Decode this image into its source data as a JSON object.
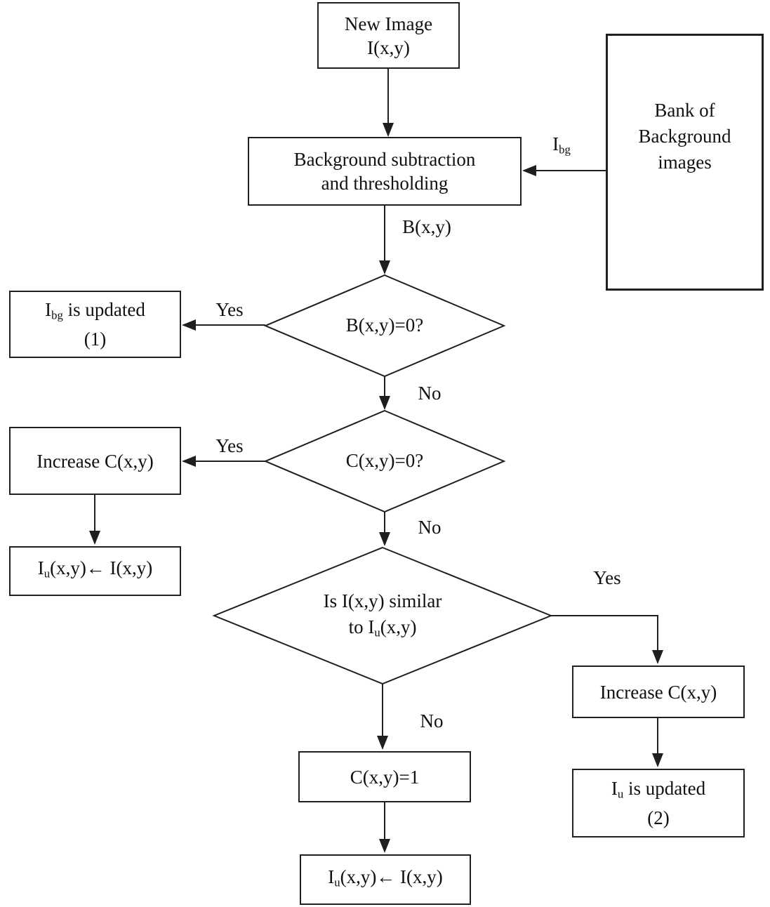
{
  "diagram": {
    "colors": {
      "line": "#1f1f1f",
      "fill": "#ffffff",
      "text": "#111111"
    },
    "nodes": {
      "new_image": {
        "line1": "New Image",
        "line2": "I(x,y)"
      },
      "bg_subtraction": {
        "line1": "Background subtraction",
        "line2": "and thresholding"
      },
      "bank": {
        "line1": "Bank of",
        "line2": "Background",
        "line3": "images"
      },
      "ibg_updated": {
        "base": "I",
        "sub": "bg",
        "rest": " is updated",
        "line2": "(1)"
      },
      "increase_c_left": {
        "label": "Increase C(x,y)"
      },
      "iu_assign_left": {
        "base": "I",
        "sub": "u",
        "rest": "(x,y)← I(x,y)"
      },
      "increase_c_right": {
        "label": "Increase C(x,y)"
      },
      "iu_updated": {
        "base": "I",
        "sub": "u",
        "rest": " is updated",
        "line2": "(2)"
      },
      "c_equals_1": {
        "label": "C(x,y)=1"
      },
      "iu_assign_bottom": {
        "base": "I",
        "sub": "u",
        "rest": "(x,y)← I(x,y)"
      }
    },
    "decisions": {
      "d1": {
        "label": "B(x,y)=0?"
      },
      "d2": {
        "label": "C(x,y)=0?"
      },
      "d3": {
        "line1": "Is I(x,y) similar",
        "line2_pre": "to ",
        "line2_base": "I",
        "line2_sub": "u",
        "line2_post": "(x,y)"
      }
    },
    "edge_labels": {
      "ibg": {
        "base": "I",
        "sub": "bg"
      },
      "bxy": "B(x,y)",
      "yes1": "Yes",
      "no1": "No",
      "yes2": "Yes",
      "no2": "No",
      "yes3": "Yes",
      "no3": "No"
    }
  }
}
